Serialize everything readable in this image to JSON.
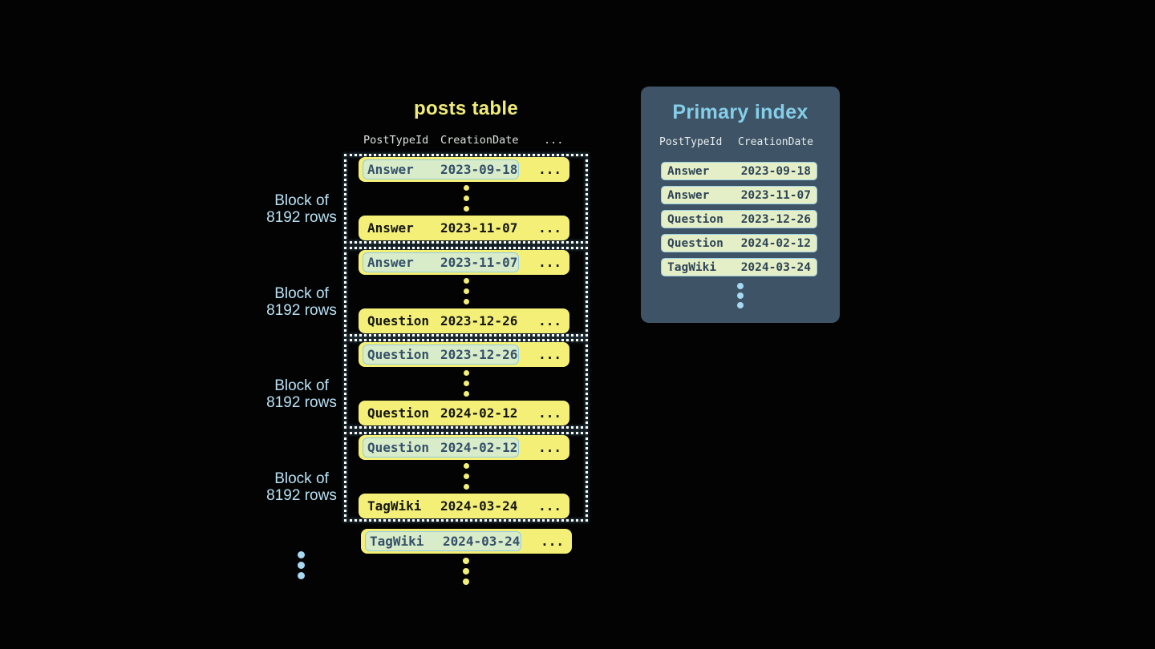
{
  "posts_table": {
    "title": "posts table",
    "columns": [
      "PostTypeId",
      "CreationDate",
      "..."
    ],
    "block_label": {
      "line1": "Block of",
      "line2": "8192 rows"
    },
    "blocks": [
      {
        "first": {
          "type": "Answer",
          "date": "2023-09-18",
          "more": "..."
        },
        "last": {
          "type": "Answer",
          "date": "2023-11-07",
          "more": "..."
        }
      },
      {
        "first": {
          "type": "Answer",
          "date": "2023-11-07",
          "more": "..."
        },
        "last": {
          "type": "Question",
          "date": "2023-12-26",
          "more": "..."
        }
      },
      {
        "first": {
          "type": "Question",
          "date": "2023-12-26",
          "more": "..."
        },
        "last": {
          "type": "Question",
          "date": "2024-02-12",
          "more": "..."
        }
      },
      {
        "first": {
          "type": "Question",
          "date": "2024-02-12",
          "more": "..."
        },
        "last": {
          "type": "TagWiki",
          "date": "2024-03-24",
          "more": "..."
        }
      }
    ],
    "overflow_row": {
      "type": "TagWiki",
      "date": "2024-03-24",
      "more": "..."
    }
  },
  "primary_index": {
    "title": "Primary index",
    "columns": [
      "PostTypeId",
      "CreationDate"
    ],
    "rows": [
      {
        "type": "Answer",
        "date": "2023-09-18"
      },
      {
        "type": "Answer",
        "date": "2023-11-07"
      },
      {
        "type": "Question",
        "date": "2023-12-26"
      },
      {
        "type": "Question",
        "date": "2024-02-12"
      },
      {
        "type": "TagWiki",
        "date": "2024-03-24"
      }
    ]
  },
  "colors": {
    "background": "#030303",
    "row_yellow": "#f4f077",
    "title_yellow": "#f0ec78",
    "panel_bg": "#3e5365",
    "panel_title_blue": "#85cfe9",
    "index_entry_bg": "#e5efc7",
    "index_entry_border": "#9fd0e2",
    "index_entry_text": "#2e4456",
    "highlight_bg": "#d8ecca",
    "highlight_border": "#93cbe2",
    "highlight_text": "#35506a",
    "block_label_blue": "#b7e0f3",
    "header_text": "#dde2de",
    "dots_blue": "#a6d9f2",
    "dotted_border": "#ffffff"
  }
}
